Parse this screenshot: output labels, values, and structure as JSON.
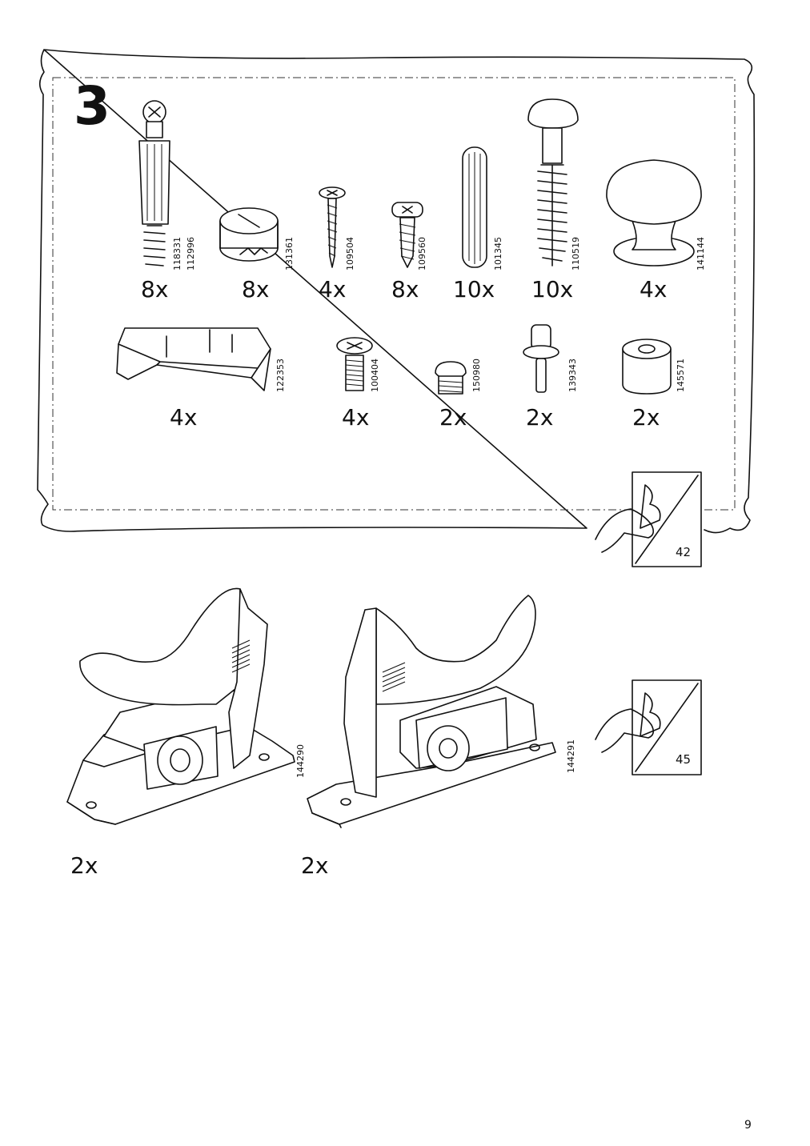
{
  "step_number": "3",
  "parts_row1": [
    {
      "qty": "8x",
      "codes": [
        "118331",
        "112996"
      ],
      "icon": "cam-bolt-with-dowel"
    },
    {
      "qty": "8x",
      "codes": [
        "131361"
      ],
      "icon": "cam-lock-nut"
    },
    {
      "qty": "4x",
      "codes": [
        "109504"
      ],
      "icon": "wood-screw"
    },
    {
      "qty": "8x",
      "codes": [
        "109560"
      ],
      "icon": "short-screw"
    },
    {
      "qty": "10x",
      "codes": [
        "101345"
      ],
      "icon": "wooden-dowel"
    },
    {
      "qty": "10x",
      "codes": [
        "110519"
      ],
      "icon": "plastic-plug-pin"
    },
    {
      "qty": "4x",
      "codes": [
        "141144"
      ],
      "icon": "knob"
    }
  ],
  "parts_row2": [
    {
      "qty": "4x",
      "codes": [
        "122353"
      ],
      "icon": "bracket"
    },
    {
      "qty": "4x",
      "codes": [
        "100404"
      ],
      "icon": "machine-screw"
    },
    {
      "qty": "2x",
      "codes": [
        "150980"
      ],
      "icon": "threaded-insert"
    },
    {
      "qty": "2x",
      "codes": [
        "139343"
      ],
      "icon": "shelf-pin"
    },
    {
      "qty": "2x",
      "codes": [
        "145571"
      ],
      "icon": "spacer"
    }
  ],
  "bag_refs": [
    {
      "page": "42",
      "icon": "page-turn-icon"
    },
    {
      "page": "45",
      "icon": "page-turn-icon"
    }
  ],
  "hinge_parts": [
    {
      "qty": "2x",
      "code": "144290",
      "icon": "left-damper-hinge"
    },
    {
      "qty": "2x",
      "code": "144291",
      "icon": "right-damper-hinge"
    }
  ],
  "page_number": "9"
}
